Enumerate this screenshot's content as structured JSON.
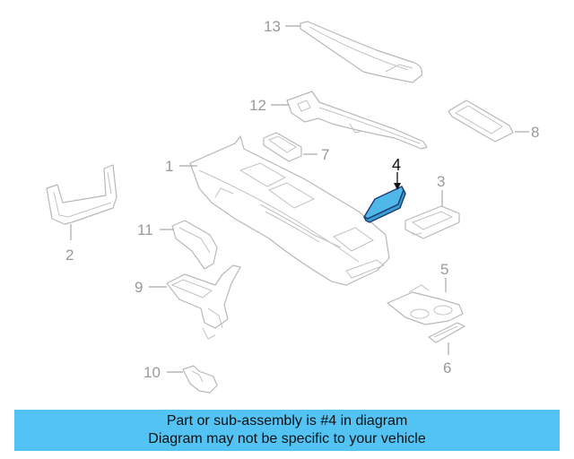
{
  "diagram": {
    "callouts": {
      "c1": "1",
      "c2": "2",
      "c3": "3",
      "c4": "4",
      "c5": "5",
      "c6": "6",
      "c7": "7",
      "c8": "8",
      "c9": "9",
      "c10": "10",
      "c11": "11",
      "c12": "12",
      "c13": "13"
    },
    "highlighted_part": "4",
    "colors": {
      "highlight_fill": "#4fb7ea",
      "highlight_stroke": "#1c3b73",
      "line_art": "#b8b8b8"
    }
  },
  "banner": {
    "line1": "Part or sub-assembly is #4 in diagram",
    "line2": "Diagram may not be specific to your vehicle",
    "background": "#53c3f4"
  }
}
